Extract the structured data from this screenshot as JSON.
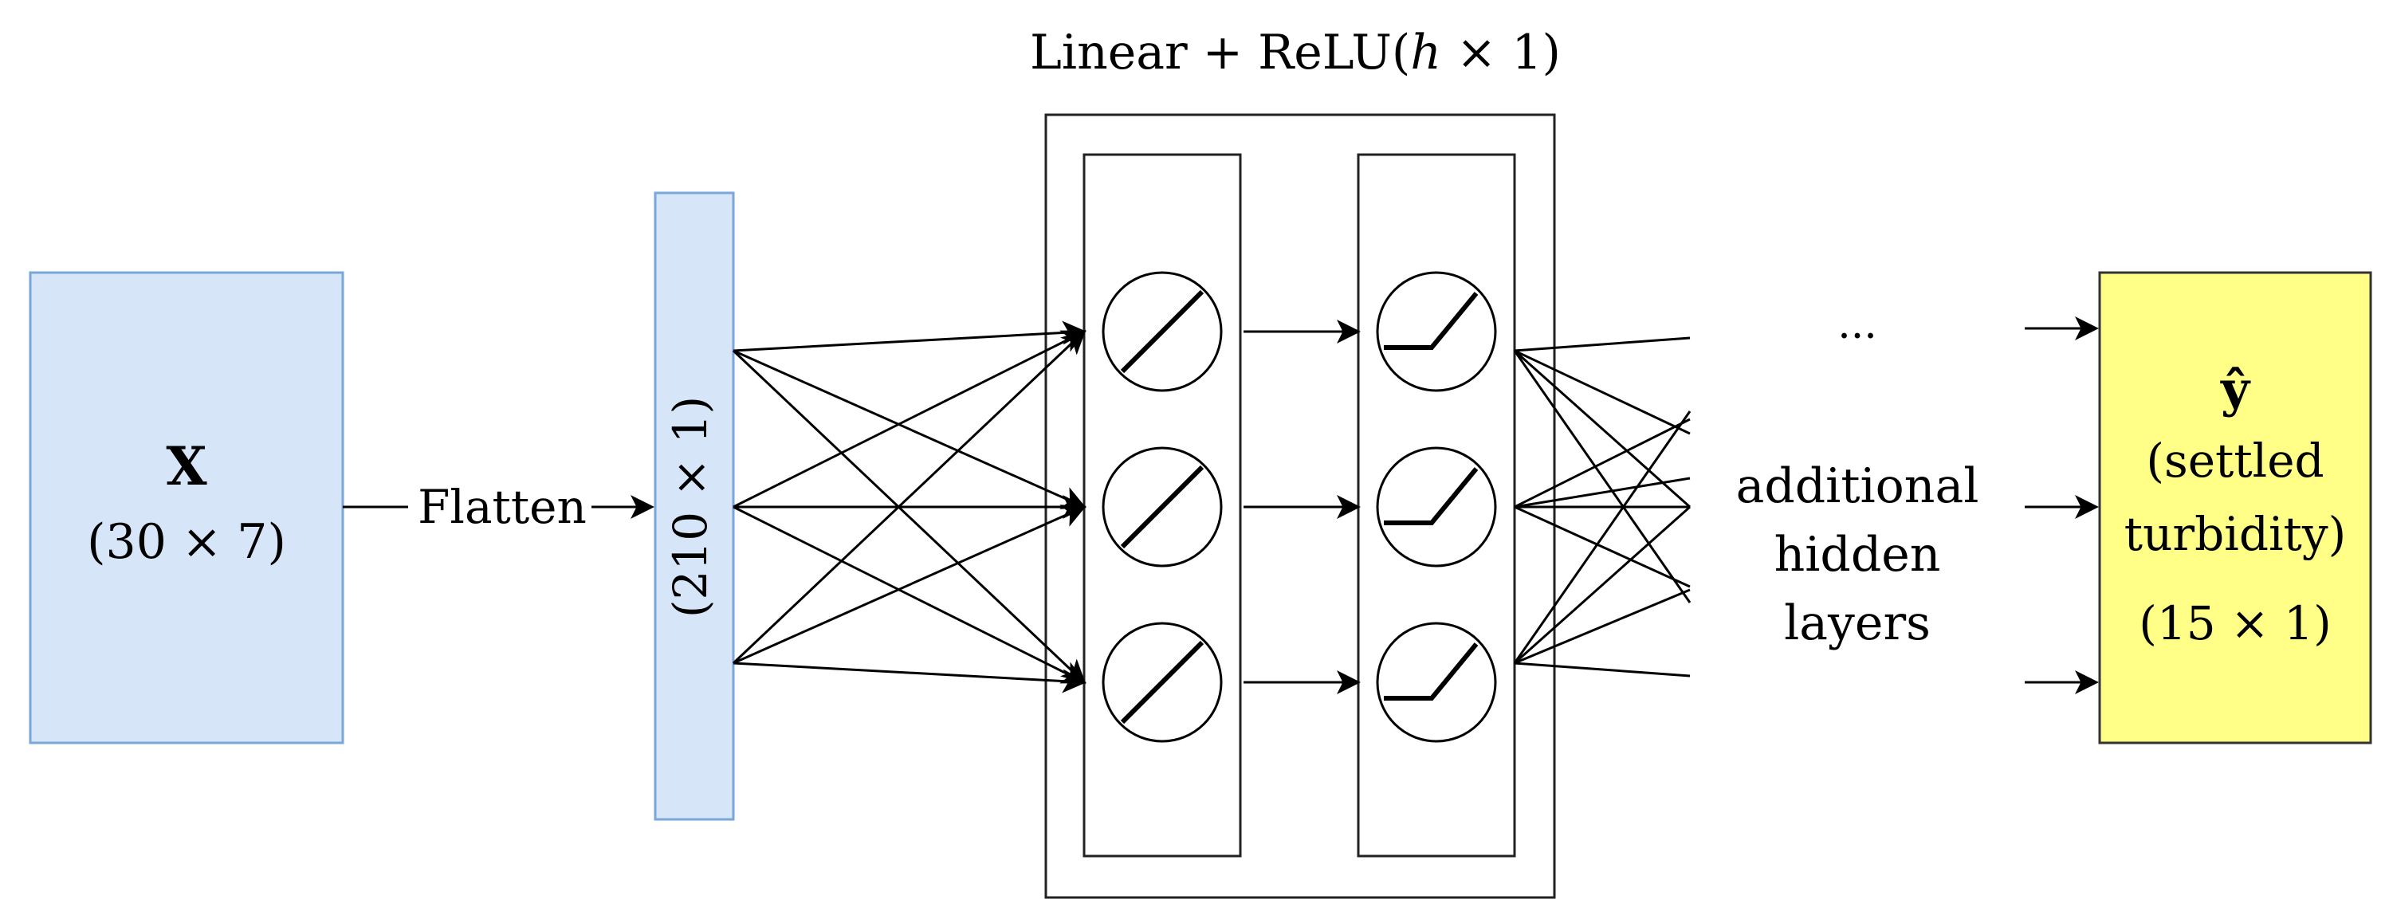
{
  "input": {
    "symbol": "X",
    "shape": "(30 × 7)",
    "color": "#d6e6f8"
  },
  "flatten_label": "Flatten",
  "flattened": {
    "shape": "(210 × 1)",
    "color": "#d6e6f8"
  },
  "hidden_block": {
    "title_prefix": "Linear + ReLU(",
    "title_var": "h",
    "title_suffix": " × 1)",
    "columns": [
      {
        "activation": "linear",
        "neurons": 3
      },
      {
        "activation": "relu",
        "neurons": 3
      }
    ]
  },
  "continuation": {
    "ellipsis": "...",
    "lines": [
      "additional",
      "hidden",
      "layers"
    ]
  },
  "output": {
    "symbol": "ŷ",
    "lines": [
      "(settled",
      "turbidity)",
      "(15 × 1)"
    ],
    "color": "#ffff88"
  }
}
